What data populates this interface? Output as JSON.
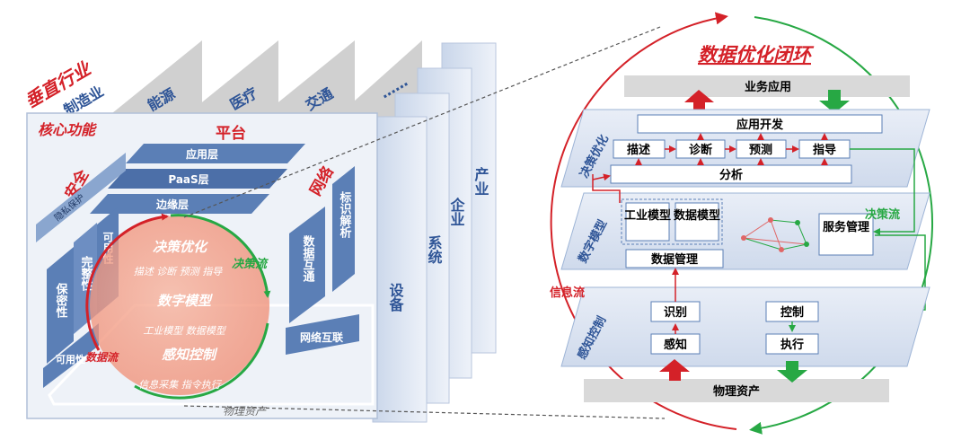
{
  "colors": {
    "red": "#d42128",
    "green": "#27a844",
    "blue_text": "#2f5597",
    "dark_blue": "#1f3864",
    "panel_blue": "#5b7fb6",
    "light_panel": "#dce6f2",
    "mid_panel": "#9db4d6",
    "bar_grey": "#d9d9d9",
    "white": "#ffffff"
  },
  "left": {
    "vertical_industry": "垂直行业",
    "industries": [
      "制造业",
      "能源",
      "医疗",
      "交通",
      "……"
    ],
    "core_function": "核心功能",
    "platform": "平台",
    "safety": "安全",
    "network": "网络",
    "layers": [
      "应用层",
      "PaaS层",
      "边缘层"
    ],
    "privacy": "隐私保护",
    "safety_items": [
      "可用性",
      "完整性",
      "保密性",
      "可用性"
    ],
    "network_items": [
      "标识解析",
      "数据互通",
      "网络互联"
    ],
    "circle_titles": [
      "决策优化",
      "数字模型",
      "感知控制"
    ],
    "circle_subs": [
      "描述 诊断 预测 指导",
      "工业模型 数据模型",
      "信息采集 指令执行"
    ],
    "decision_flow": "决策流",
    "data_flow": "数据流",
    "physical_asset": "物理资产",
    "stack_labels": [
      "设备",
      "系统",
      "企业",
      "产业"
    ]
  },
  "right": {
    "title": "数据优化闭环",
    "biz_app": "业务应用",
    "physical_asset": "物理资产",
    "app_dev": "应用开发",
    "decision_layer": "决策优化",
    "model_layer": "数字模型",
    "sense_layer": "感知控制",
    "steps": [
      "描述",
      "诊断",
      "预测",
      "指导"
    ],
    "analysis": "分析",
    "industrial_model": "工业模型",
    "data_model": "数据模型",
    "data_mgmt": "数据管理",
    "service_mgmt": "服务管理",
    "decision_flow": "决策流",
    "info_flow": "信息流",
    "identify": "识别",
    "sense": "感知",
    "control": "控制",
    "execute": "执行"
  }
}
